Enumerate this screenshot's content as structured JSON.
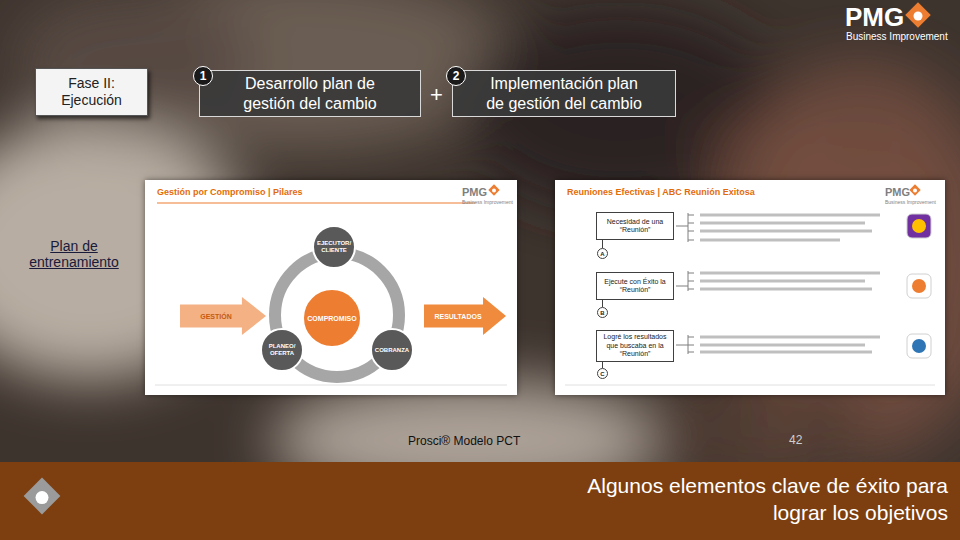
{
  "diagram": {
    "nodes": [
      {
        "text": [
          "Fase II: Ejecución"
        ]
      },
      {
        "text": [
          "1"
        ]
      },
      {
        "text": [
          "Desarrollo plan de gestión del cambio"
        ]
      },
      {
        "text": [
          "2"
        ]
      },
      {
        "text": [
          "Implementación plan de gestión del cambio"
        ]
      },
      {
        "text": [
          "Gestión por Compromiso | Pilares"
        ]
      },
      {
        "text": [
          "EJECUTOR/ CLIENTE"
        ],
        "in": 5
      },
      {
        "text": [
          "COMPROMISO"
        ],
        "in": 5
      },
      {
        "text": [
          "PLANEO/ OFERTA"
        ],
        "in": 5
      },
      {
        "text": [
          "COBRANZA"
        ],
        "in": 5
      },
      {
        "text": [
          "GESTIÓN"
        ],
        "in": 5
      },
      {
        "text": [
          "RESULTADOS"
        ],
        "in": 5
      },
      {
        "text": [
          "Reuniones Efectivas | ABC Reunión Exitosa"
        ]
      },
      {
        "text": [
          "Necesidad de una “Reunión”"
        ],
        "in": 12
      },
      {
        "text": [
          "Ejecute con Éxito la “Reunión”"
        ],
        "in": 12
      },
      {
        "text": [
          "Logré los resultados que buscaba en la “Reunión”"
        ],
        "in": 12
      },
      {
        "text": [
          "A"
        ],
        "in": 12
      },
      {
        "text": [
          "B"
        ],
        "in": 12
      },
      {
        "text": [
          "C"
        ],
        "in": 12
      },
      {
        "text": [
          "Algunos elementos clave de éxito para lograr los objetivos"
        ]
      }
    ],
    "edges": [
      {
        "from": 13,
        "to": 16,
        "arrow": "none"
      },
      {
        "from": 14,
        "to": 17,
        "arrow": "none"
      },
      {
        "from": 15,
        "to": 18,
        "arrow": "none"
      }
    ],
    "labels": [
      "PMG",
      "Business Improvement",
      "+",
      "Plan de entrenamiento",
      "PMG",
      "Business Improvement",
      "PMG",
      "Business Improvement",
      "Prosci® Modelo PCT",
      "42"
    ]
  }
}
